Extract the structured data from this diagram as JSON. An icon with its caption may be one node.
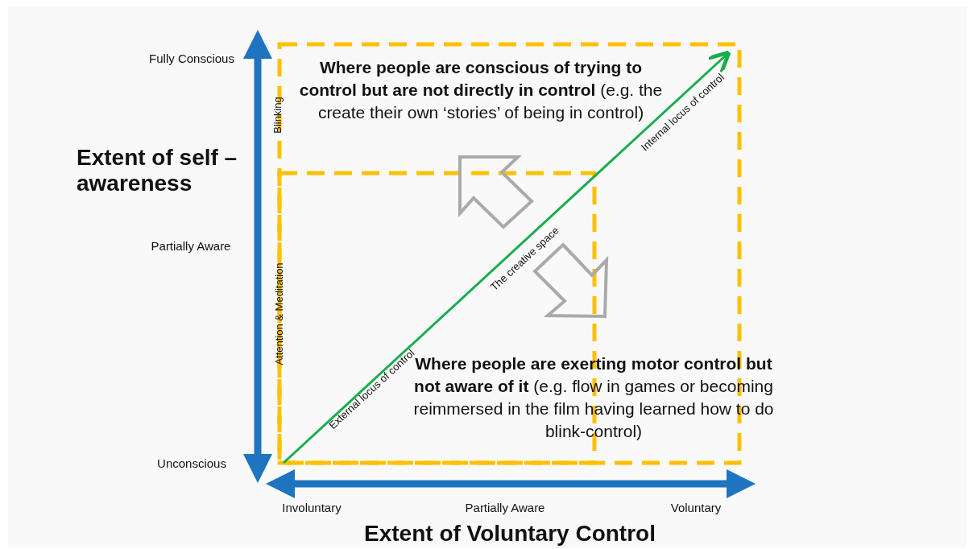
{
  "diagram": {
    "labels": [
      "Fully Conscious",
      "**Where people are conscious of trying to control but are not directly in control** (e.g. the create their own ‘stories’ of being in control)",
      "Blinking",
      "Extent of self – awareness",
      "Internal locus of control",
      "Partially Aware",
      "The creative space",
      "Attention & Meditation",
      "**Where people are exerting motor control but not aware of it** (e.g. flow in games or becoming reimmersed in the film having learned how to do blink-control)",
      "External locus of control",
      "Unconscious",
      "Involuntary",
      "Partially Aware",
      "Voluntary",
      "Extent of Voluntary Control"
    ]
  }
}
